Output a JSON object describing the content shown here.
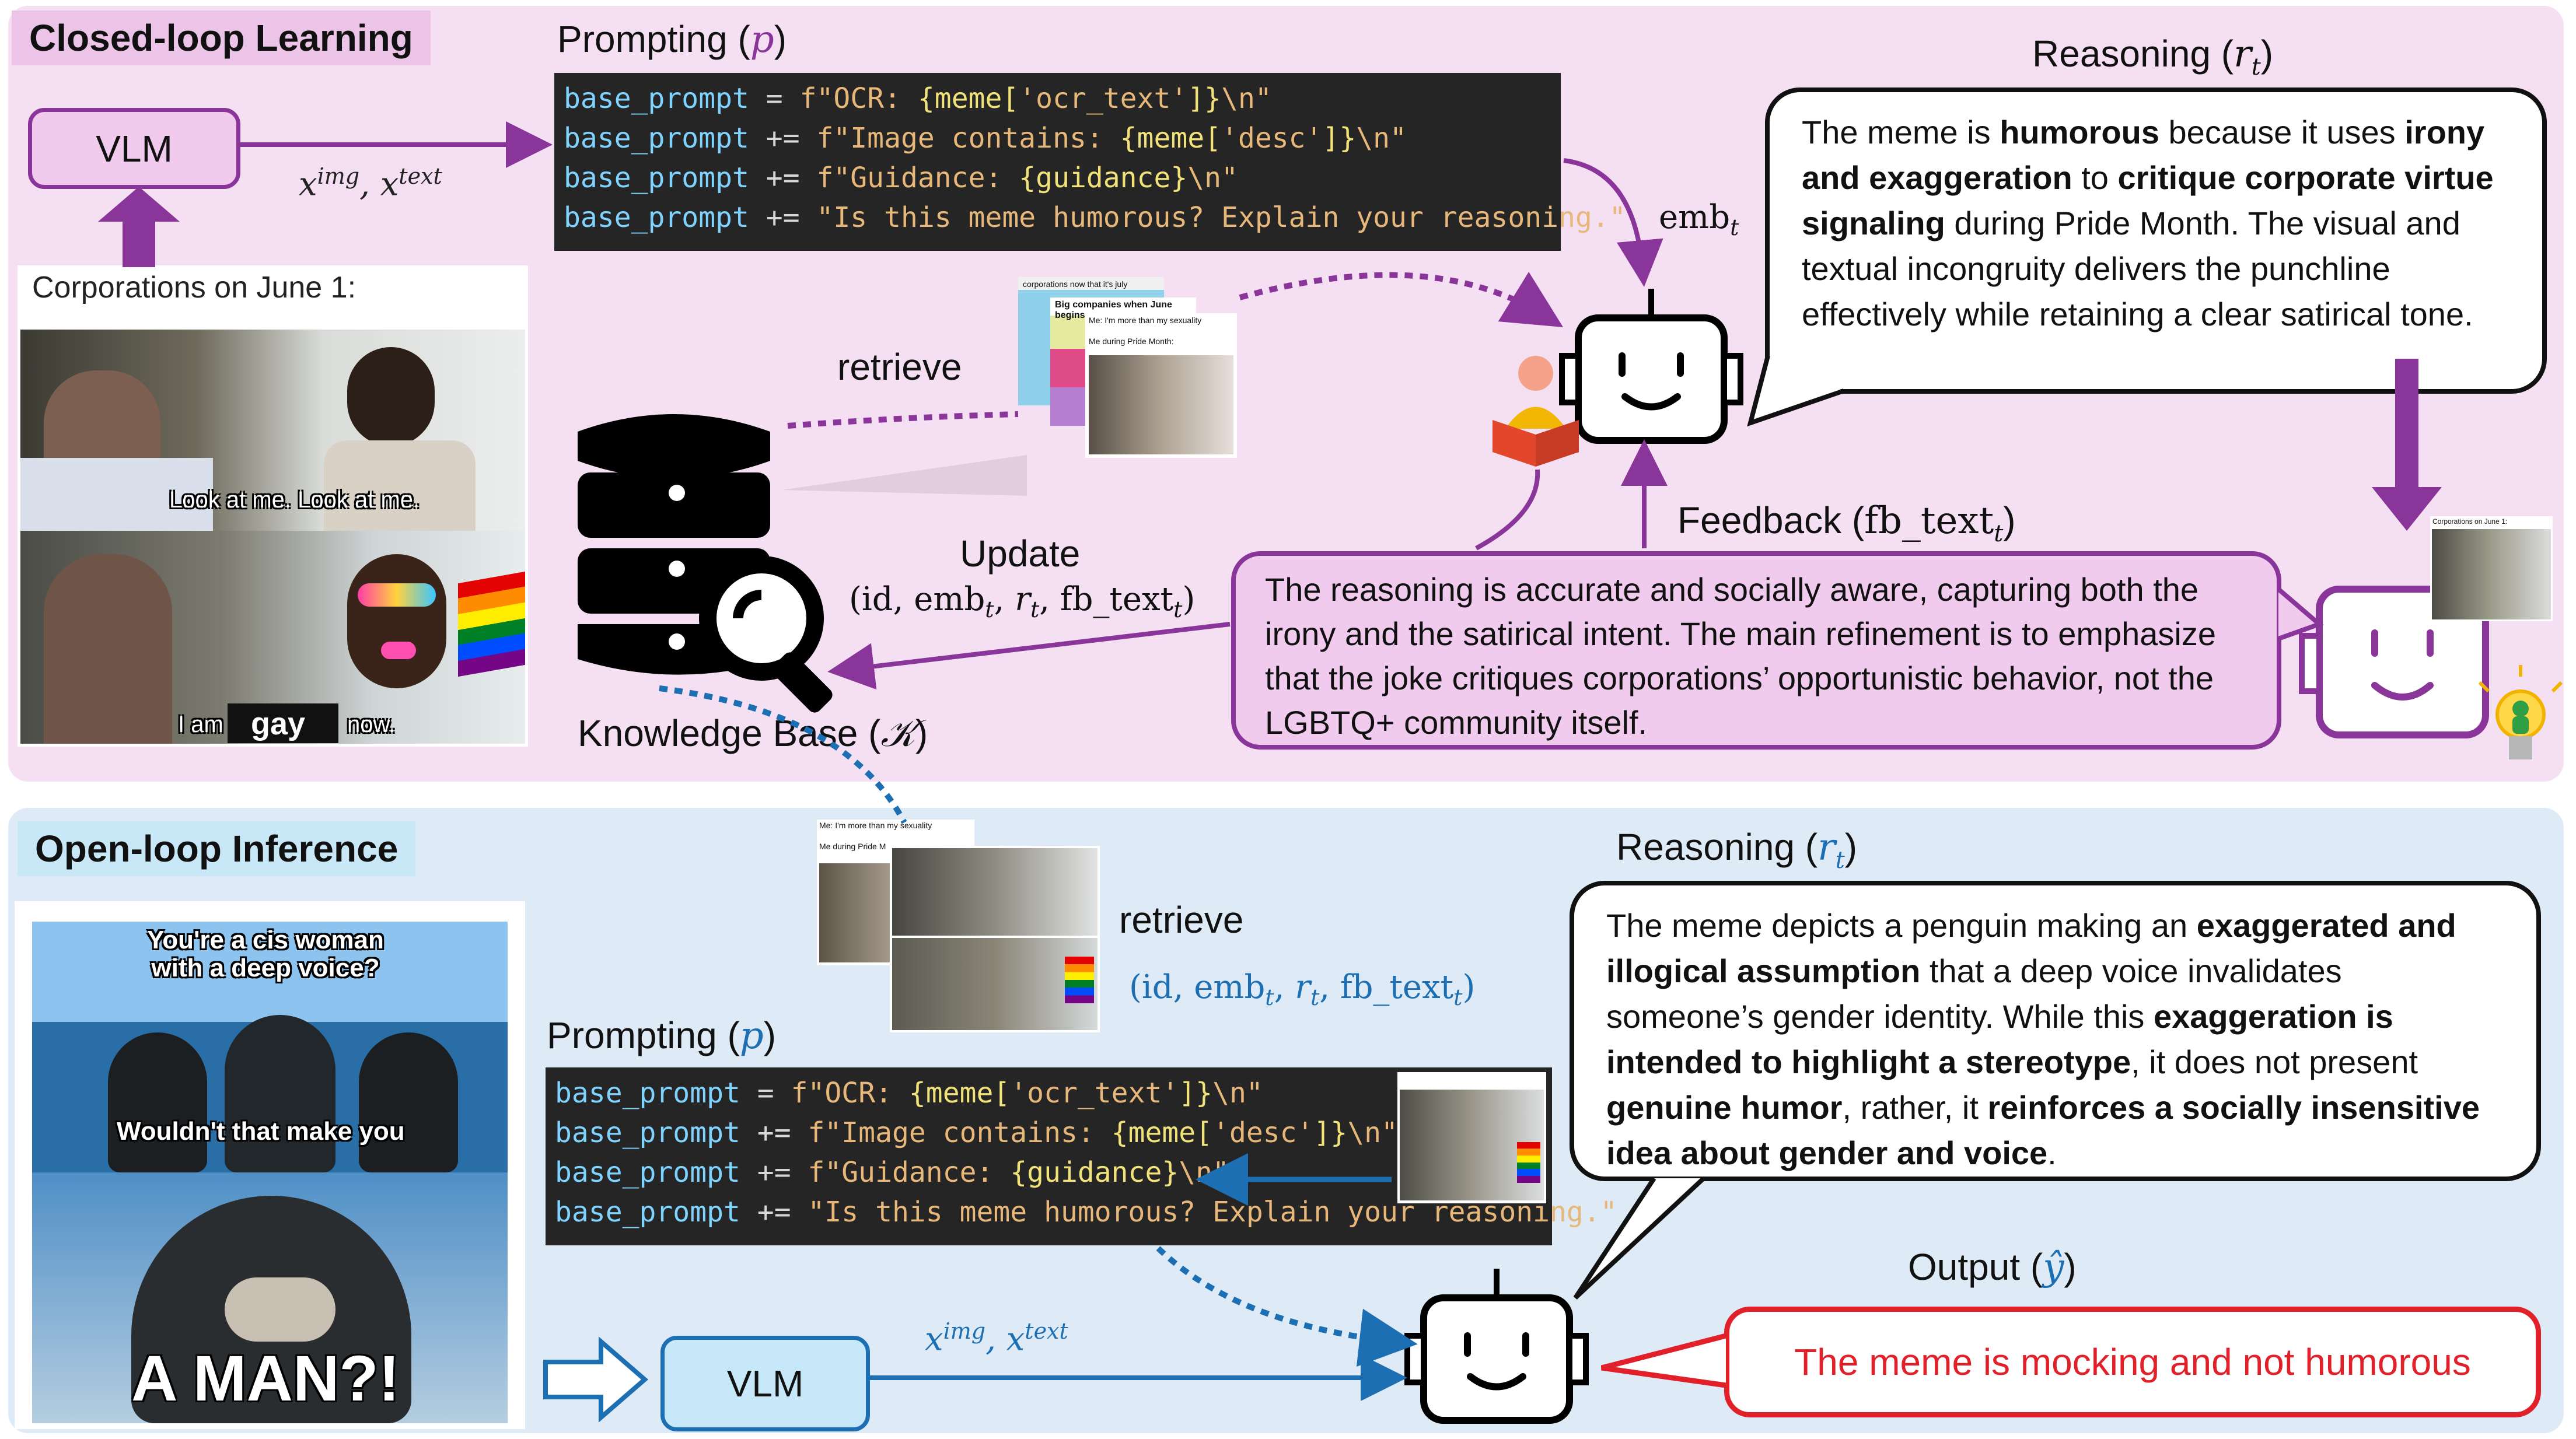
{
  "sections": {
    "closed_loop_title": "Closed-loop Learning",
    "open_loop_title": "Open-loop Inference"
  },
  "top": {
    "vlm_label": "VLM",
    "input_label": "x^img, x^text",
    "prompting_label": "Prompting (p)",
    "emb_label": "emb_t",
    "retrieve_label": "retrieve",
    "update_label": "Update",
    "update_tuple": "(id, emb_t, r_t, fb_text_t)",
    "kb_label": "Knowledge Base (𝒦)",
    "reasoning_title": "Reasoning (r_t)",
    "feedback_title": "Feedback (fb_text_t)",
    "meme": {
      "header": "Corporations on June 1:",
      "caption_top": "Look at me. Look at me.",
      "caption_bottom_1": "I am",
      "caption_bottom_2": "gay",
      "caption_bottom_3": "now."
    },
    "retrieved_thumbs": {
      "t1": "corporations now that it's july",
      "t2": "Big companies when June begins",
      "t3": "Me: I'm more than my sexuality",
      "t4": "Me during Pride Month:"
    },
    "mini_meme_header": "Corporations on June 1:"
  },
  "code_lines": [
    {
      "kw": "base_prompt",
      "op": " = ",
      "pre": "f\"OCR: ",
      "v1": "{meme[",
      "s1": "'ocr_text'",
      "v2": "]}",
      "post": "\\n\""
    },
    {
      "kw": "base_prompt",
      "op": " += ",
      "pre": "f\"Image contains: ",
      "v1": "{meme[",
      "s1": "'desc'",
      "v2": "]}",
      "post": "\\n\""
    },
    {
      "kw": "base_prompt",
      "op": " += ",
      "pre": "f\"Guidance: ",
      "v1": "{guidance}",
      "s1": "",
      "v2": "",
      "post": "\\n\""
    },
    {
      "kw": "base_prompt",
      "op": " += ",
      "pre": "\"Is this meme humorous? Explain your reasoning.\"",
      "v1": "",
      "s1": "",
      "v2": "",
      "post": ""
    }
  ],
  "reasoning_top": {
    "p1": "The meme is ",
    "b1": "humorous",
    "p2": " because it uses ",
    "b2": "irony and exaggeration",
    "p3": " to ",
    "b3": "critique corporate virtue signaling",
    "p4": " during Pride Month. The visual and textual incongruity delivers the punchline effectively while retaining a clear satirical tone."
  },
  "feedback_text": "The reasoning is accurate and socially aware, capturing both the irony and the satirical intent. The main refinement is to emphasize that the joke critiques corporations’ opportunistic behavior, not the LGBTQ+ community itself.",
  "bottom": {
    "vlm_label": "VLM",
    "input_label": "x^img, x^text",
    "prompting_label": "Prompting (p)",
    "retrieve_label": "retrieve",
    "retrieve_tuple": "(id, emb_t, r_t, fb_text_t)",
    "reasoning_title": "Reasoning (r_t)",
    "output_title": "Output (ŷ)",
    "output_text": "The meme is mocking and not humorous",
    "meme": {
      "caption_1": "You're a cis woman with a deep voice?",
      "caption_2": "Wouldn't that make you",
      "caption_3": "A MAN?!"
    },
    "retrieved_thumbs": {
      "t1": "Me: I'm more than my sexuality",
      "t2": "Me during Pride M"
    }
  },
  "reasoning_bottom": {
    "p1": "The meme depicts a penguin making an ",
    "b1": "exaggerated and illogical assumption",
    "p2": " that a deep voice invalidates someone’s gender identity. While this ",
    "b2": "exaggeration is intended to highlight a stereotype",
    "p3": ", it does not present ",
    "b3": "genuine humor",
    "p4": ", rather, it ",
    "b4": "reinforces a socially insensitive idea about gender and voice",
    "p5": "."
  },
  "colors": {
    "purple": "#8a3599",
    "blue": "#1c6fb3",
    "red": "#e2202a",
    "top_panel": "#f5dff2",
    "bottom_panel": "#deebf6"
  },
  "icons": [
    "robot-icon",
    "database-search-icon",
    "reader-icon",
    "lightbulb-icon",
    "hollow-arrow-icon"
  ]
}
